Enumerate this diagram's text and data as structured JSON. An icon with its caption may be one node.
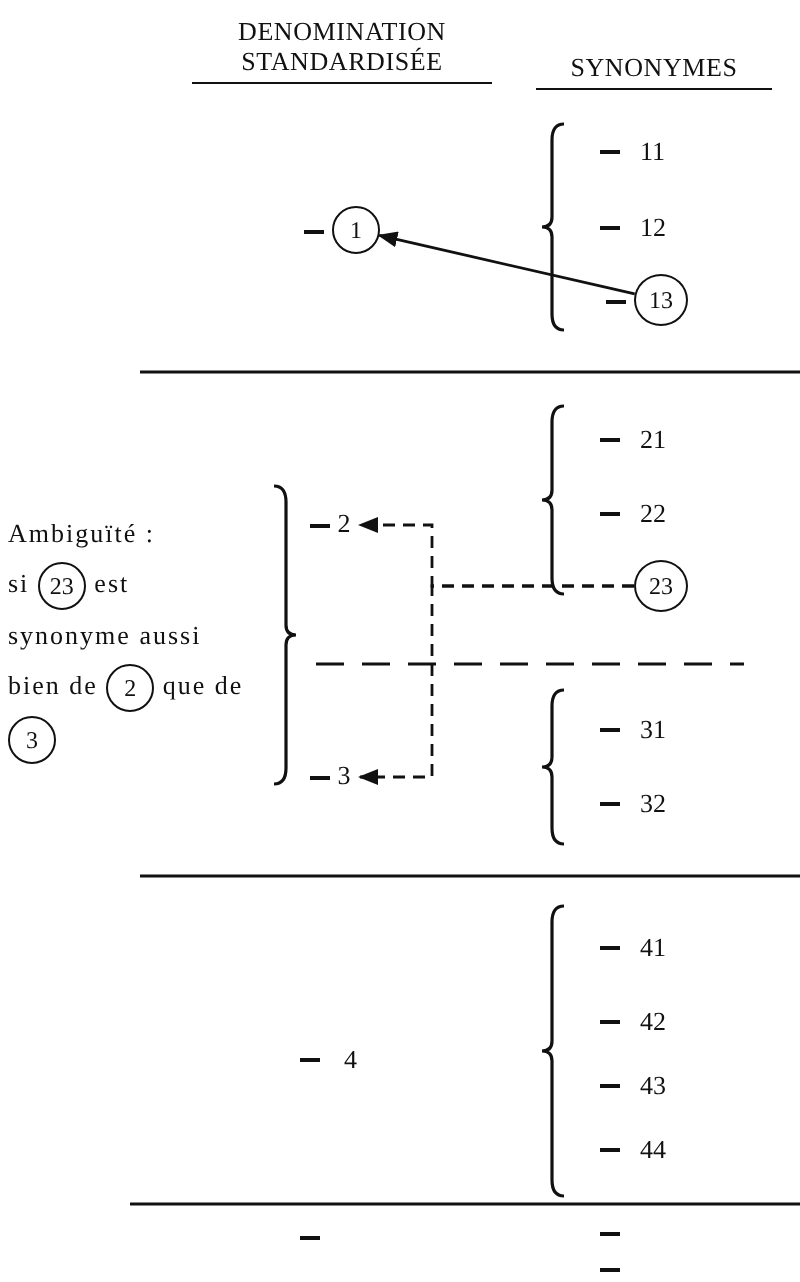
{
  "diagram": {
    "nodes": [
      {
        "text": [
          "1"
        ]
      },
      {
        "text": [
          "13"
        ]
      },
      {
        "text": [
          "2"
        ]
      },
      {
        "text": [
          "23"
        ]
      },
      {
        "text": [
          "23"
        ]
      },
      {
        "text": [
          "2"
        ]
      },
      {
        "text": [
          "3"
        ]
      },
      {
        "text": [
          "3"
        ]
      }
    ],
    "edges": [
      {
        "from": 1,
        "to": 0,
        "arrow": "to"
      },
      {
        "from": 4,
        "to": 2,
        "arrow": "to",
        "style": "dashed"
      },
      {
        "from": 4,
        "to": 7,
        "arrow": "to",
        "style": "dashed"
      }
    ],
    "labels": [
      "DENOMINATION STANDARDISÉE",
      "SYNONYMES",
      "11",
      "12",
      "21",
      "22",
      "Ambiguïté :",
      "si",
      "est synonyme aussi bien de",
      "que de",
      "31",
      "32",
      "41",
      "42",
      "4",
      "43",
      "44"
    ]
  }
}
